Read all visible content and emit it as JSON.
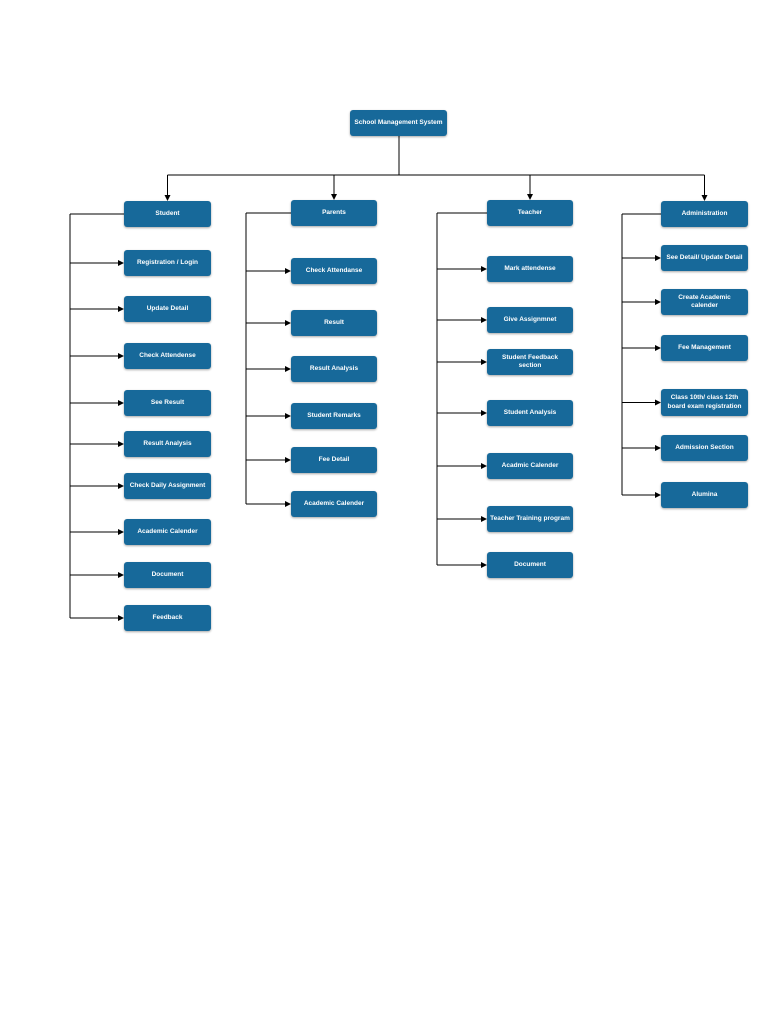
{
  "root": {
    "label": "School Management System"
  },
  "columns": [
    {
      "id": "student",
      "label": "Student",
      "items": [
        "Registration / Login",
        "Update Detail",
        "Check Attendense",
        "See Result",
        "Result Analysis",
        "Check Daily Assignment",
        "Academic Calender",
        "Document",
        "Feedback"
      ]
    },
    {
      "id": "parents",
      "label": "Parents",
      "items": [
        "Check Attendanse",
        "Result",
        "Result Analysis",
        "Student Remarks",
        "Fee Detail",
        "Academic Calender"
      ]
    },
    {
      "id": "teacher",
      "label": "Teacher",
      "items": [
        "Mark attendense",
        "Give Assignmnet",
        "Student Feedback section",
        "Student Analysis",
        "Acadmic Calender",
        "Teacher Training program",
        "Document"
      ]
    },
    {
      "id": "administration",
      "label": "Administration",
      "items": [
        "See Detail/ Update Detail",
        "Create Academic calender",
        "Fee Management",
        "Class 10th/ class 12th board exam registration",
        "Admission Section",
        "Alumina"
      ]
    }
  ],
  "colors": {
    "box": "#17699a",
    "text": "#ffffff",
    "line": "#000000"
  }
}
